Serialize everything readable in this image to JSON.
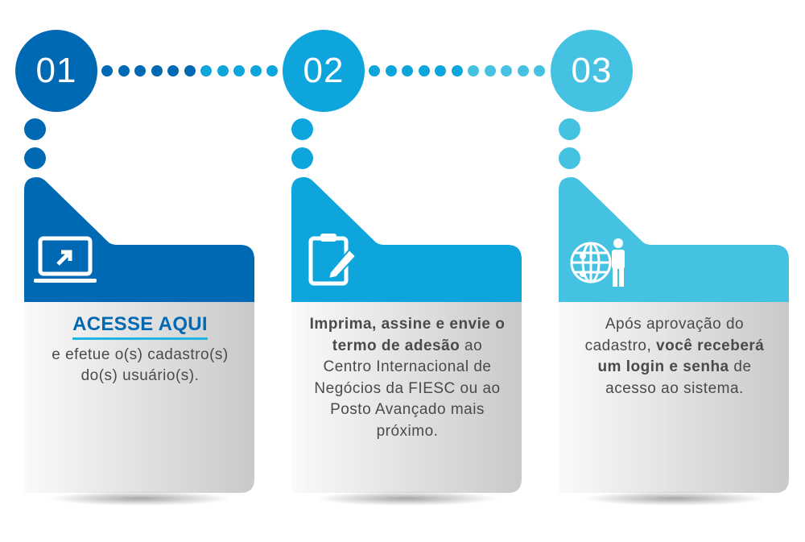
{
  "colors": {
    "step1": "#0069b4",
    "step2": "#0ea5dc",
    "step3": "#45c2e2"
  },
  "steps": [
    {
      "number": "01",
      "icon": "laptop-arrow-icon",
      "link": "ACESSE AQUI",
      "text": "e efetue o(s) cadastro(s) do(s) usuário(s)."
    },
    {
      "number": "02",
      "icon": "clipboard-pen-icon",
      "bold1": "Imprima, assine e envie o termo de adesão",
      "text": " ao Centro Internacional de Negócios da FIESC ou ao Posto Avançado mais próximo."
    },
    {
      "number": "03",
      "icon": "globe-person-icon",
      "pre": "Após aprovação do cadastro, ",
      "bold1": "você receberá um login e senha",
      "text": " de acesso ao sistema."
    }
  ]
}
